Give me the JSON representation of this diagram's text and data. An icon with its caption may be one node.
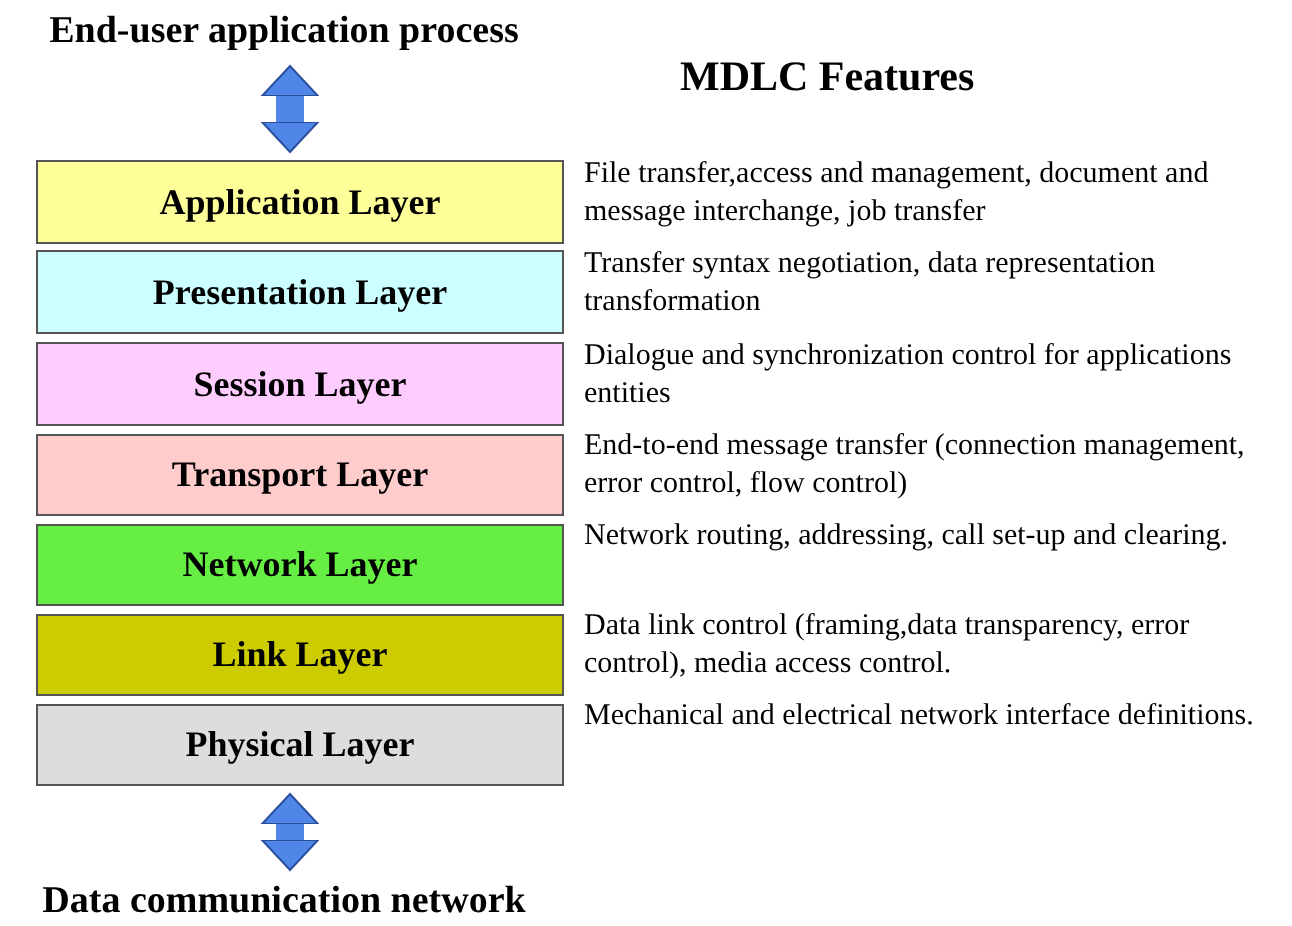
{
  "diagram": {
    "nodes": [
      {
        "text": [
          "End-user application process"
        ]
      },
      {
        "text": [
          "Application Layer"
        ],
        "beside": [
          "File transfer,access and management, document and message interchange, job transfer"
        ]
      },
      {
        "text": [
          "Presentation Layer"
        ],
        "beside": [
          "Transfer syntax negotiation, data representation transformation"
        ]
      },
      {
        "text": [
          "Session Layer"
        ],
        "beside": [
          "Dialogue and synchronization control for applications entities"
        ]
      },
      {
        "text": [
          "Transport Layer"
        ],
        "beside": [
          "End-to-end message transfer (connection management, error control, flow control)"
        ]
      },
      {
        "text": [
          "Network Layer"
        ],
        "beside": [
          "Network routing, addressing, call set-up and clearing."
        ]
      },
      {
        "text": [
          "Link Layer"
        ],
        "beside": [
          "Data link control (framing,data transparency, error control), media access control."
        ]
      },
      {
        "text": [
          "Physical Layer"
        ],
        "beside": [
          "Mechanical and electrical network interface definitions."
        ]
      },
      {
        "text": [
          "Data communication network"
        ]
      }
    ],
    "edges": [
      {
        "from": 0,
        "to": 1,
        "arrow": "both"
      },
      {
        "from": 7,
        "to": 8,
        "arrow": "both"
      }
    ],
    "labels": [
      "MDLC Features"
    ]
  }
}
